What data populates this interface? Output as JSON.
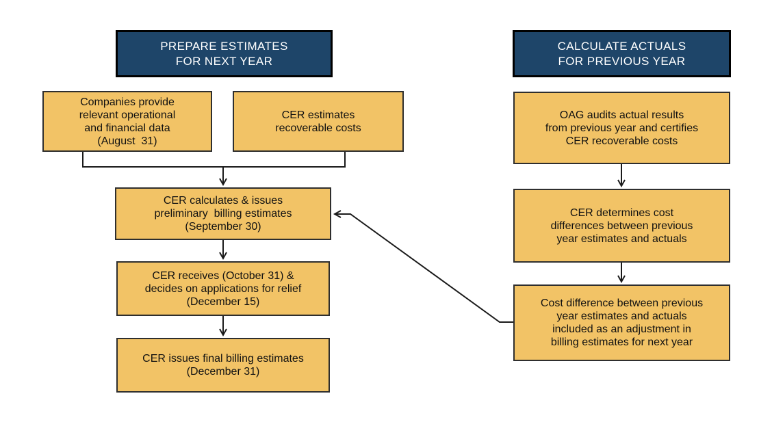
{
  "colors": {
    "background": "#FFFFFF",
    "header_bg": "#1E4569",
    "header_text": "#FFFFFF",
    "header_border": "#000000",
    "box_bg": "#F2C366",
    "box_border": "#2E2E2E",
    "box_text": "#111111",
    "connector": "#1A1A1A"
  },
  "left_column": {
    "header": "PREPARE ESTIMATES\nFOR NEXT YEAR",
    "boxes": [
      {
        "id": "companies-provide-data",
        "text": "Companies provide\nrelevant operational\nand financial data\n(August  31)"
      },
      {
        "id": "cer-estimates-recoverable-costs",
        "text": "CER estimates\nrecoverable costs"
      },
      {
        "id": "cer-preliminary-billing-estimates",
        "text": "CER calculates & issues\npreliminary  billing estimates\n(September 30)"
      },
      {
        "id": "cer-applications-for-relief",
        "text": "CER receives (October 31) &\ndecides on applications for relief\n(December 15)"
      },
      {
        "id": "cer-final-billing-estimates",
        "text": "CER issues final billing estimates\n(December 31)"
      }
    ]
  },
  "right_column": {
    "header": "CALCULATE ACTUALS\nFOR PREVIOUS YEAR",
    "boxes": [
      {
        "id": "oag-audits-actual-results",
        "text": "OAG audits actual results\nfrom previous year and certifies\nCER recoverable costs"
      },
      {
        "id": "cer-determines-cost-differences",
        "text": "CER determines cost\ndifferences between previous\nyear estimates and actuals"
      },
      {
        "id": "cost-difference-adjustment",
        "text": "Cost difference between previous\nyear estimates and actuals\nincluded as an adjustment in\nbilling estimates for next year"
      }
    ]
  }
}
